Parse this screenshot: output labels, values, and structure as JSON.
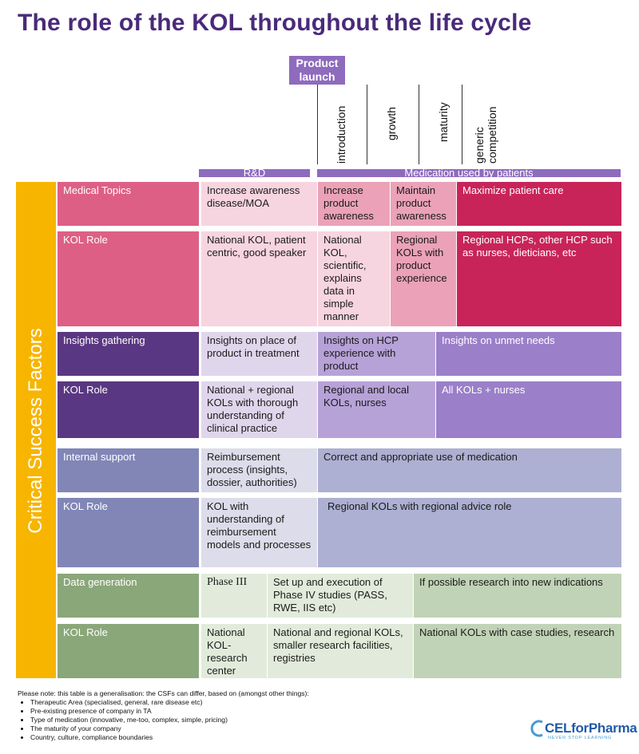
{
  "title": "The role of the KOL throughout the life cycle",
  "launch_label": "Product launch",
  "phases": [
    "introduction",
    "growth",
    "maturity",
    "generic competition"
  ],
  "bars": {
    "rd": "R&D",
    "medication": "Medication used by patients"
  },
  "side_label": "Critical Success Factors",
  "rows": {
    "medical_topics": {
      "label": "Medical Topics",
      "cells": [
        "Increase awareness disease/MOA",
        "Increase product awareness",
        "Maintain product awareness",
        "Maximize patient care"
      ]
    },
    "kol_role_1": {
      "label": "KOL Role",
      "cells": [
        "National KOL, patient centric, good speaker",
        "National KOL, scientific, explains data in simple manner",
        "Regional KOLs with product experience",
        "Regional HCPs, other HCP such as nurses, dieticians, etc"
      ]
    },
    "insights": {
      "label": "Insights gathering",
      "cells": [
        "Insights on place of product in treatment",
        "Insights on HCP experience with product",
        "Insights on unmet needs"
      ]
    },
    "kol_role_2": {
      "label": "KOL Role",
      "cells": [
        "National + regional KOLs with thorough understanding of clinical practice",
        "Regional and local KOLs, nurses",
        "All KOLs + nurses"
      ]
    },
    "internal_support": {
      "label": "Internal support",
      "cells": [
        "Reimbursement process (insights, dossier, authorities)",
        "Correct and appropriate use of medication"
      ]
    },
    "kol_role_3": {
      "label": "KOL Role",
      "cells": [
        "KOL with understanding of reimbursement models and processes",
        "Regional KOLs with regional advice role"
      ]
    },
    "data_generation": {
      "label": "Data generation",
      "cells": [
        "Phase III",
        "Set up and execution of Phase IV studies (PASS, RWE, IIS etc)",
        "If possible research into new indications"
      ]
    },
    "kol_role_4": {
      "label": "KOL Role",
      "cells": [
        "National KOL-research center",
        "National and regional KOLs, smaller research facilities, registries",
        "National KOLs with case studies, research"
      ]
    }
  },
  "notes": {
    "intro": "Please note: this table is a generalisation: the CSFs can differ, based on (amongst other things):",
    "items": [
      "Therapeutic Area (specialised, general, rare disease etc)",
      "Pre-existing presence of company in TA",
      "Type of medication (innovative, me-too, complex, simple, pricing)",
      "The maturity of your company",
      "Country, culture, compliance boundaries"
    ]
  },
  "logo": {
    "name": "CELforPharma",
    "tagline": "NEVER STOP LEARNING"
  },
  "colors": {
    "title": "#4a2a7a",
    "launch": "#8e6bbd",
    "yellow": "#f7b500",
    "pink_dark": "#de5f85",
    "pink_light": "#f7d5e0",
    "pink_mid": "#eba2b8",
    "crimson": "#c8245a",
    "purple_dark": "#5a3782",
    "purple_light": "#e0d6ec",
    "purple_mid": "#b7a2d8",
    "purple_vivid": "#9b7fc9",
    "slate": "#8186b7",
    "slate_light": "#dcdcea",
    "slate_mid": "#adb0d2",
    "green": "#8aa779",
    "green_light": "#e2ebdb",
    "green_mid": "#c1d3b6"
  }
}
